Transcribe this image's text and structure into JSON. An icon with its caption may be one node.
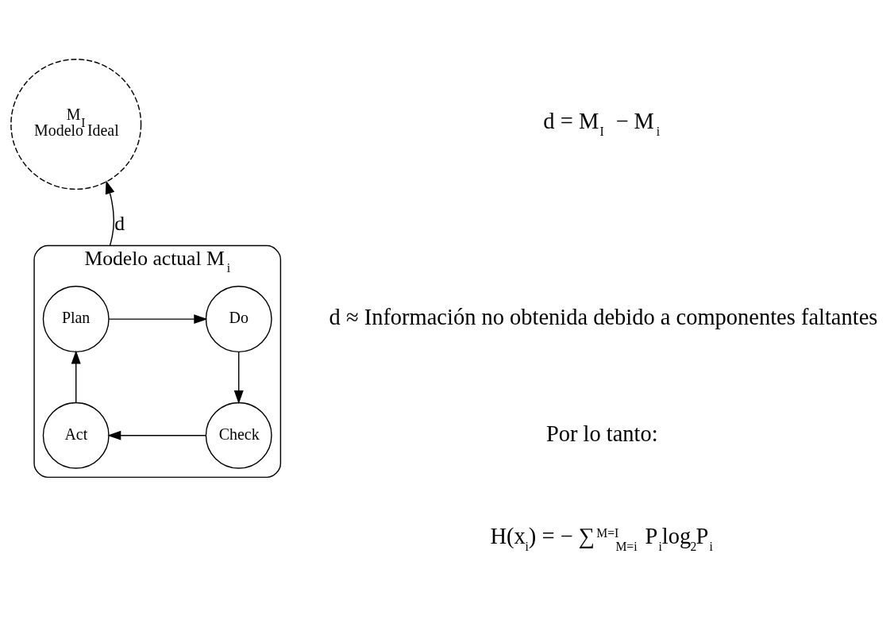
{
  "diagram": {
    "nodes": [
      {
        "text": [
          "M$_{I}$",
          "Modelo Ideal"
        ]
      },
      {
        "text": [
          "Modelo actual M$_{i}$"
        ]
      },
      {
        "text": [
          "Plan"
        ],
        "in": 1
      },
      {
        "text": [
          "Do"
        ],
        "in": 1
      },
      {
        "text": [
          "Check"
        ],
        "in": 1
      },
      {
        "text": [
          "Act"
        ],
        "in": 1
      }
    ],
    "edges": [
      {
        "from": 1,
        "to": 0,
        "arrow": "to",
        "label": "d"
      },
      {
        "from": 2,
        "to": 3,
        "arrow": "to"
      },
      {
        "from": 3,
        "to": 4,
        "arrow": "to"
      },
      {
        "from": 4,
        "to": 5,
        "arrow": "to"
      },
      {
        "from": 5,
        "to": 2,
        "arrow": "to"
      }
    ],
    "labels": [
      "d = M$_{I}$ − M$_{i}$",
      "d ≈ Información no obtenida debido a componentes faltantes",
      "Por lo tanto:",
      "H(x$_{i}$) = − ∑$^{M=I}$$_{M=i}$ P$_{i}$log$_{2}$P$_{i}$"
    ]
  }
}
